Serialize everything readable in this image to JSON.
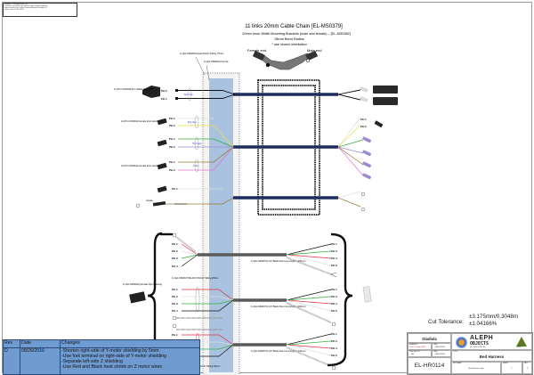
{
  "copyright": {
    "lines": [
      "Copyright © 2016 Aleph Objects, Inc.",
      "Permission is granted to copy, distribute and/or modify this document",
      "under the terms of the Creative Commons Attribution-ShareAlike 4.0",
      "Public License (CC BY-SA 4.0)"
    ]
  },
  "header": {
    "title": "11 links 20mm Cable Chain [EL-MS0379]",
    "subtitle": "20mm Inner Width Mounting Brackets (male and female) – [EL-MS0382]",
    "bend_radius": "28mm Bend Radius",
    "note": "* use shown orientation",
    "female_end": "Female end",
    "male_end": "Male end"
  },
  "labels": {
    "heat_shrink_top": "1x [EL-MS0252] Heat Shrink Tubing 75mm",
    "ferrule": "1x [EL-MS0042] Ferrule",
    "plug_2pin": "1x [PC-CN0032] 5mm Black Plug [2P]",
    "housing_2pin_a": "2x [PC-CN0012] Female 2pin Housing",
    "housing_2pin_b": "2x [PC-CN0012] Female 2pin Housing",
    "anode": "Anode",
    "twist_label_1": "Bed Heat",
    "twist_label_2": "Thermistor",
    "twist_label_3": "Z Min",
    "housing_4pin": "1x [EL-MS0042] Female 4pin Housing",
    "black_shrink": "1x [EL-MS0047] BLACK Shrink Tubing 25mm",
    "red_shrink": "1x [EL-MS0046] RED Shrink Tubing 25mm",
    "shield_1": "1x [EL-MS0073] 1/4\" Black Pan-Cut Length = 350mm",
    "shield_2": "1x [EL-MS0073] 1/4\" Black Pan-Cut Length = 460mm",
    "shield_3": "1x [EL-MS0073] 1/4\" Black Pan-Cut Length = 140mm"
  },
  "pins": {
    "p1": "Pin 1",
    "p2": "Pin 2",
    "p3": "Pin 3",
    "p4": "Pin 4",
    "p6": "Pin 6"
  },
  "tolerance": {
    "label": "Cut Tolerance:",
    "value1": "±3.175mm/0.3048m",
    "value2": "±1.04166%"
  },
  "revision_table": {
    "headers": [
      "Rev",
      "Date",
      "Changes"
    ],
    "rows": [
      {
        "rev": "D",
        "date": "08/26/2016",
        "changes": [
          "-Shorten right-side of Y-motor shielding by 5mm",
          "-Use fork terminal on right-side of Y-motor shielding",
          "-Separate left-side Z shielding",
          "-Use Red and Black heat shrink on Z motor wires"
        ]
      }
    ]
  },
  "title_block": {
    "product": "Gladiola",
    "drawn_by_label": "DRAWN BY",
    "drawn_by": "E.Sa Fuentes(MG)",
    "date_label": "DATE",
    "drawn_date": "08/24/2016",
    "checked_by_label": "CHECKED BY",
    "checked_by": "MC",
    "checked_date": "08/25/2016",
    "title_label": "TITLE",
    "title": "Bed Harness",
    "part_number": "EL-HR0114",
    "file_name_label": "FILE NAME",
    "file_name": "Bed Harness.odg",
    "sheet_label": "SHEET",
    "sheet": "1",
    "rev_label": "REV",
    "rev": "D",
    "logo_line1": "ALEPH",
    "logo_line2": "OBJECTS",
    "logo_line3": "INCORPORATED",
    "badge_text": "LULZBOT"
  },
  "colors": {
    "shrink_blue": "#a9c2e0",
    "cable_navy": "#1f2d5c",
    "shield_gray": "#5a5a5a",
    "rev_table_blue": "#6f9bd1",
    "wire_red": "#e03040",
    "wire_green": "#30b040",
    "wire_yellow": "#e8e040",
    "wire_pink": "#e070d0",
    "wire_brown": "#9a7a3a",
    "wire_lavender": "#9a8ad0"
  }
}
